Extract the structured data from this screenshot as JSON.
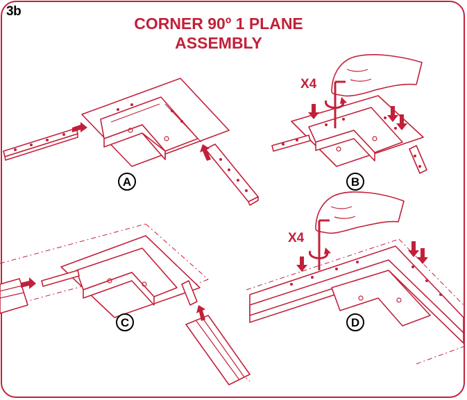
{
  "step_tag": "3b",
  "title_line1": "CORNER 90º 1 PLANE",
  "title_line2": "ASSEMBLY",
  "panels": {
    "a": {
      "label": "A"
    },
    "b": {
      "label": "B",
      "screw_count": "X4"
    },
    "c": {
      "label": "C"
    },
    "d": {
      "label": "D",
      "screw_count": "X4"
    }
  },
  "colors": {
    "accent": "#c2203a",
    "outline": "#000000"
  }
}
